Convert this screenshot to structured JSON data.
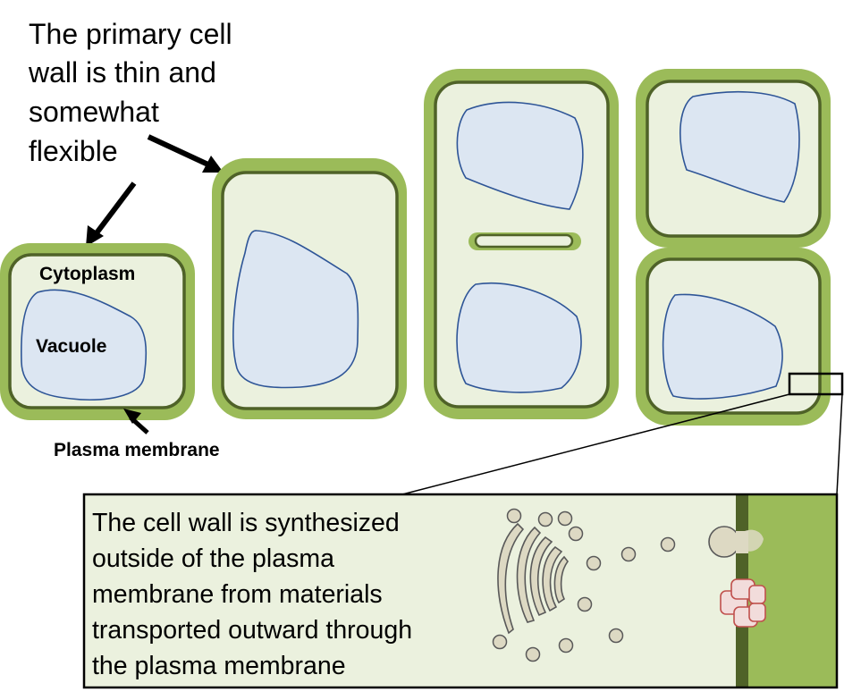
{
  "title_lines": [
    "The primary cell",
    "wall is thin and",
    "somewhat",
    "flexible"
  ],
  "labels": {
    "cytoplasm": "Cytoplasm",
    "vacuole": "Vacuole",
    "plasma_membrane": "Plasma membrane"
  },
  "inset": {
    "text_lines": [
      "The cell wall is synthesized",
      "outside of the plasma",
      "membrane from materials",
      "transported outward through",
      "the plasma membrane"
    ]
  },
  "colors": {
    "cell_wall": "#9BBB59",
    "membrane": "#4F6228",
    "cytoplasm": "#EBF1DE",
    "vacuole": "#DCE6F2",
    "vacuole_stroke": "#2E5597",
    "vesicle": "#DDD9C3",
    "vesicle_stroke": "#595959",
    "cellulose_synthase": "#F2DCDB",
    "cellulose_synthase_stroke": "#C0504D"
  }
}
